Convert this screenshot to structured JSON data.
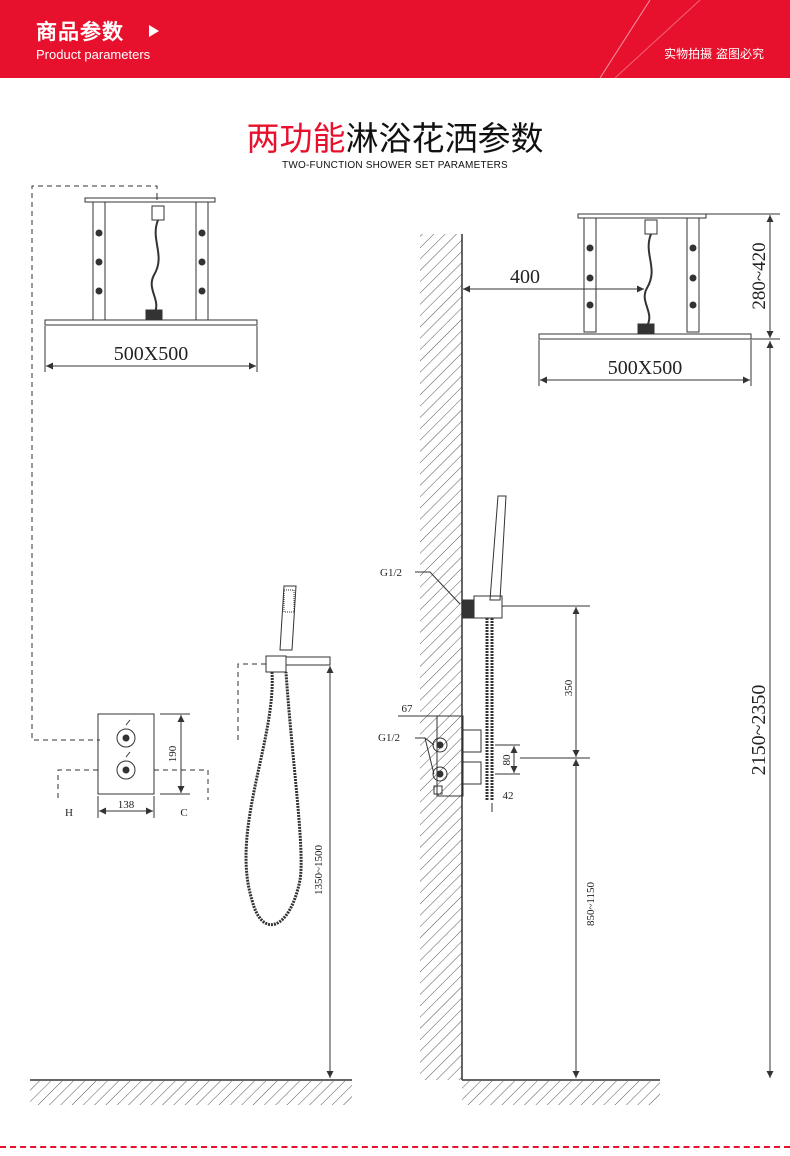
{
  "header": {
    "title_cn": "商品参数",
    "title_en": "Product parameters",
    "right_text": "实物拍摄 盗图必究",
    "bg_color": "#e8112d"
  },
  "title": {
    "red_part": "两功能",
    "black_part": "淋浴花洒参数",
    "subtitle": "TWO-FUNCTION SHOWER SET PARAMETERS"
  },
  "dimensions": {
    "shower_head_left": "500X500",
    "shower_head_right": "500X500",
    "wall_offset": "400",
    "ceiling_drop": "280~420",
    "total_height": "2150~2350",
    "valve_height": "190",
    "valve_width": "138",
    "hot": "H",
    "cold": "C",
    "hose_height": "1350~1500",
    "inlet_top": "G1/2",
    "inlet_valve": "G1/2",
    "valve_depth": "67",
    "outlet_spacing": "80",
    "bar_offset": "42",
    "bracket_to_valve": "350",
    "valve_from_floor": "850~1150"
  },
  "colors": {
    "line": "#333333",
    "accent": "#e8112d"
  }
}
